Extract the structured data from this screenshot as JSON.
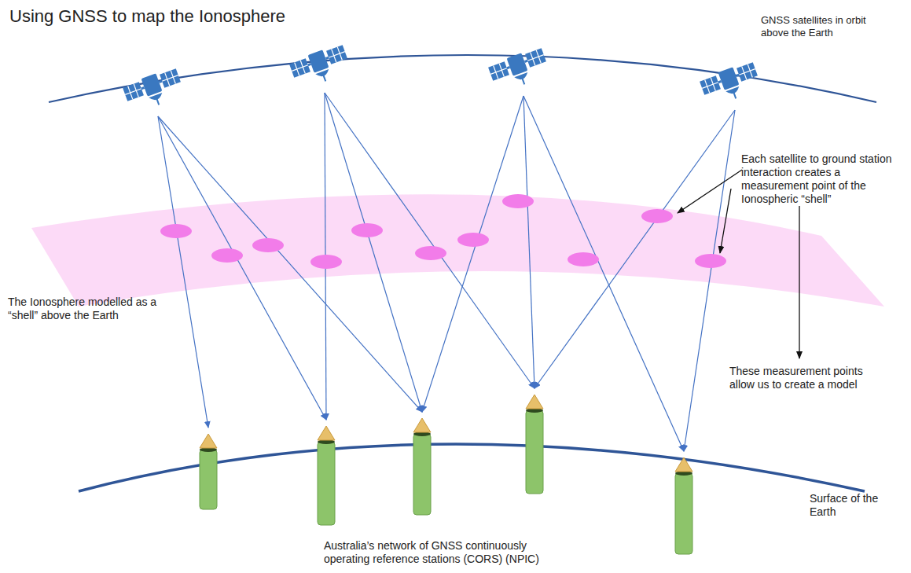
{
  "diagram": {
    "title": "Using GNSS to map the Ionosphere",
    "labels": [
      "GNSS satellites in orbit above the Earth",
      "Each satellite to ground station interaction creates a measurement point of the Ionospheric “shell”",
      "The Ionosphere modelled as a “shell” above the Earth",
      "These measurement points allow us to create a model",
      "Surface of the Earth",
      "Australia’s network of GNSS continuously operating reference stations (CORS) (NPIC)"
    ]
  }
}
